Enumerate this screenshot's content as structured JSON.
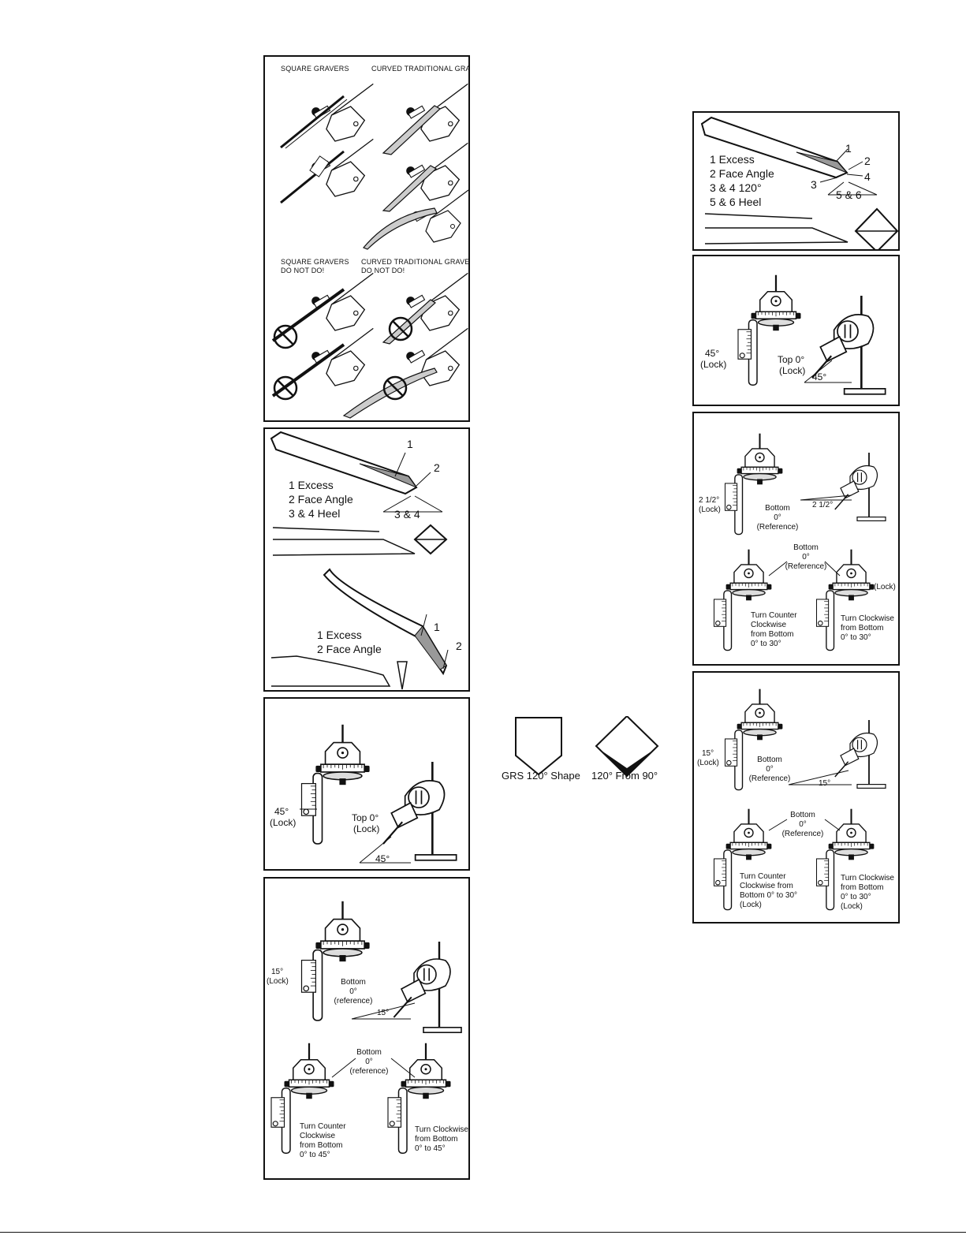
{
  "panel_gravers": {
    "square_gravers": "SQUARE GRAVERS",
    "curved_traditional_gravers": "CURVED TRADITIONAL GRAVERS",
    "square_gravers_dont_1": "SQUARE GRAVERS",
    "square_gravers_dont_2": "DO NOT DO!",
    "curved_gravers_dont_1": "CURVED TRADITIONAL GRAVERS",
    "curved_gravers_dont_2": "DO NOT DO!"
  },
  "panel_heel": {
    "n1": "1",
    "n2": "2",
    "legend_1": "1 Excess",
    "legend_2": "2 Face Angle",
    "legend_3": "3 & 4 Heel",
    "heel_mark": "3 & 4",
    "n1b": "1",
    "n2b": "2",
    "legend_1b": "1 Excess",
    "legend_2b": "2 Face Angle"
  },
  "panel_45_left": {
    "lock_angle": "45°",
    "lock_label": "(Lock)",
    "top_label": "Top 0°",
    "top_lock": "(Lock)",
    "angle_label": "45°"
  },
  "panel_15_left": {
    "lock_angle": "15°",
    "lock_label": "(Lock)",
    "bottom_1": "Bottom",
    "bottom_2": "0°",
    "bottom_3": "(reference)",
    "angle_label": "15°",
    "ref_1": "Bottom",
    "ref_2": "0°",
    "ref_3": "(reference)",
    "ccw_1": "Turn Counter",
    "ccw_2": "Clockwise",
    "ccw_3": "from Bottom",
    "ccw_4": "0° to 45°",
    "cw_1": "Turn Clockwise",
    "cw_2": "from Bottom",
    "cw_3": "0° to 45°"
  },
  "shapes": {
    "grs_caption": "GRS 120° Shape",
    "from90_caption": "120° From 90°"
  },
  "panel_120_legend": {
    "n1": "1",
    "n2": "2",
    "n3": "3",
    "n4": "4",
    "legend_1": "1 Excess",
    "legend_2": "2 Face Angle",
    "legend_3": "3 & 4 120°",
    "legend_4": "5 & 6 Heel",
    "heel_mark": "5 & 6"
  },
  "panel_45_right": {
    "lock_angle": "45°",
    "lock_label": "(Lock)",
    "top_label": "Top 0°",
    "top_lock": "(Lock)",
    "angle_label": "45°"
  },
  "panel_2half": {
    "lock_angle": "2 1/2°",
    "lock_label": "(Lock)",
    "bottom_1": "Bottom",
    "bottom_2": "0°",
    "bottom_3": "(Reference)",
    "angle_label": "2 1/2°",
    "ref_1": "Bottom",
    "ref_2": "0°",
    "ref_3": "(Reference)",
    "lock_right": "(Lock)",
    "ccw_1": "Turn Counter",
    "ccw_2": "Clockwise",
    "ccw_3": "from Bottom",
    "ccw_4": "0° to 30°",
    "cw_1": "Turn Clockwise",
    "cw_2": "from Bottom",
    "cw_3": "0° to 30°"
  },
  "panel_15_right": {
    "lock_angle": "15°",
    "lock_label": "(Lock)",
    "bottom_1": "Bottom",
    "bottom_2": "0°",
    "bottom_3": "(Reference)",
    "angle_label": "15°",
    "ref_1": "Bottom",
    "ref_2": "0°",
    "ref_3": "(Reference)",
    "ccw_1": "Turn Counter",
    "ccw_2": "Clockwise from",
    "ccw_3": "Bottom 0° to 30°",
    "ccw_4": "(Lock)",
    "cw_1": "Turn Clockwise",
    "cw_2": "from Bottom",
    "cw_3": "0° to 30°",
    "cw_4": "(Lock)"
  }
}
